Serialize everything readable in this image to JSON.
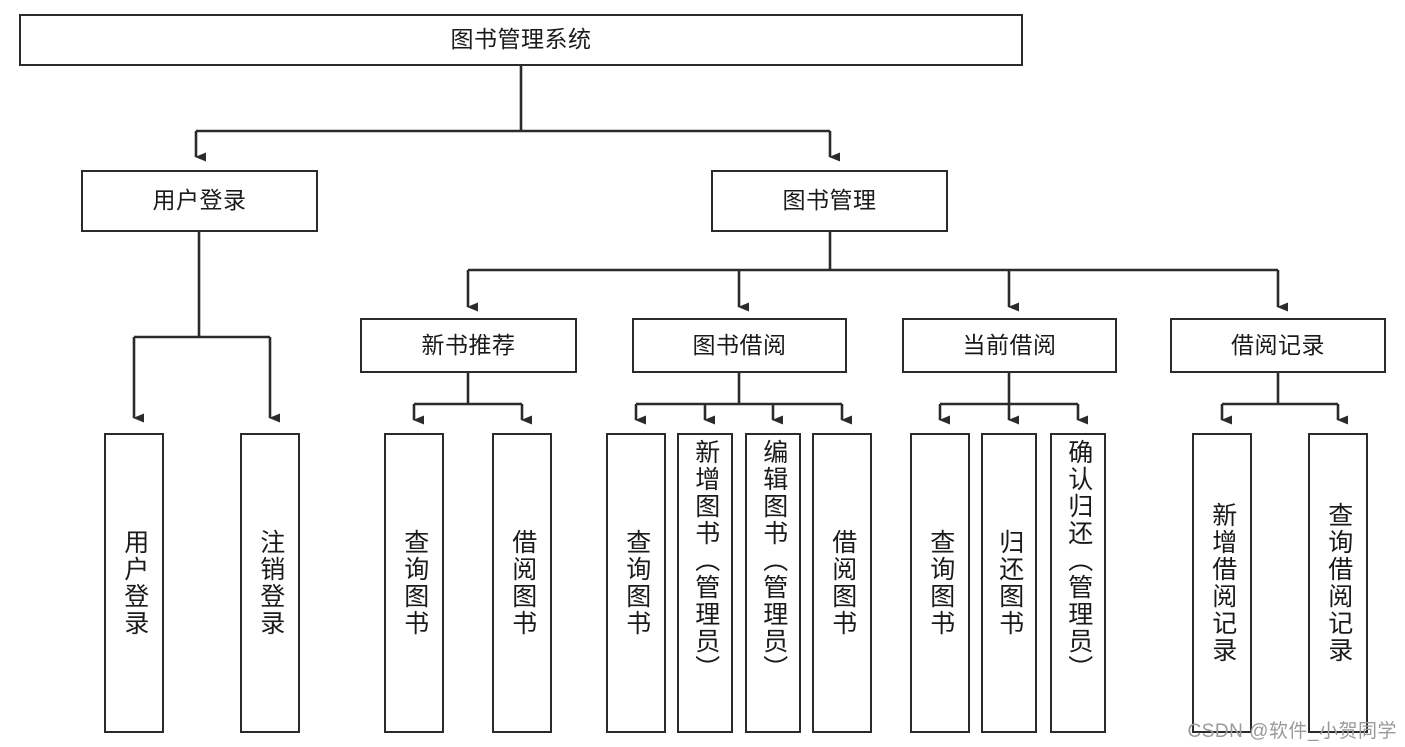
{
  "diagram": {
    "type": "tree-hierarchy",
    "title": "图书管理系统",
    "root": {
      "id": "root",
      "label": "图书管理系统"
    },
    "level1": [
      {
        "id": "user-login",
        "label": "用户登录"
      },
      {
        "id": "book-manage",
        "label": "图书管理"
      }
    ],
    "level2": [
      {
        "id": "new-book-rec",
        "label": "新书推荐",
        "parent": "book-manage"
      },
      {
        "id": "book-borrow",
        "label": "图书借阅",
        "parent": "book-manage"
      },
      {
        "id": "current-borrow",
        "label": "当前借阅",
        "parent": "book-manage"
      },
      {
        "id": "borrow-record",
        "label": "借阅记录",
        "parent": "book-manage"
      }
    ],
    "leaves": [
      {
        "id": "leaf-user-login",
        "label": "用户登录",
        "parent": "user-login",
        "align": "center"
      },
      {
        "id": "leaf-logout-login",
        "label": "注销登录",
        "parent": "user-login",
        "align": "center"
      },
      {
        "id": "leaf-query-book-1",
        "label": "查询图书",
        "parent": "new-book-rec",
        "align": "center"
      },
      {
        "id": "leaf-borrow-book-1",
        "label": "借阅图书",
        "parent": "new-book-rec",
        "align": "center"
      },
      {
        "id": "leaf-query-book-2",
        "label": "查询图书",
        "parent": "book-borrow",
        "align": "center"
      },
      {
        "id": "leaf-add-book",
        "label": "新增图书（管理员）",
        "parent": "book-borrow",
        "align": "top"
      },
      {
        "id": "leaf-edit-book",
        "label": "编辑图书（管理员）",
        "parent": "book-borrow",
        "align": "top"
      },
      {
        "id": "leaf-borrow-book-2",
        "label": "借阅图书",
        "parent": "book-borrow",
        "align": "center"
      },
      {
        "id": "leaf-query-book-3",
        "label": "查询图书",
        "parent": "current-borrow",
        "align": "center"
      },
      {
        "id": "leaf-return-book",
        "label": "归还图书",
        "parent": "current-borrow",
        "align": "center"
      },
      {
        "id": "leaf-confirm-return",
        "label": "确认归还（管理员）",
        "parent": "current-borrow",
        "align": "top"
      },
      {
        "id": "leaf-add-record",
        "label": "新增借阅记录",
        "parent": "borrow-record",
        "align": "center"
      },
      {
        "id": "leaf-query-record",
        "label": "查询借阅记录",
        "parent": "borrow-record",
        "align": "center"
      }
    ]
  },
  "watermark": {
    "text": "CSDN @软件_小贺同学"
  },
  "colors": {
    "stroke": "#2b2b2b",
    "fill": "#ffffff",
    "text": "#1a1a1a",
    "watermark": "#9a9a9a"
  }
}
